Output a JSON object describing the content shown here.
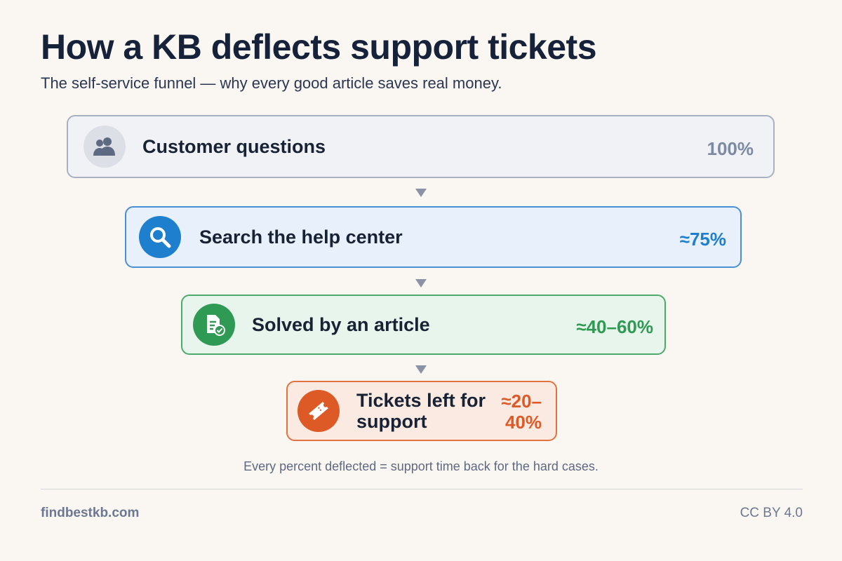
{
  "title": "How a KB deflects support tickets",
  "subtitle": "The self-service funnel — why every good article saves real money.",
  "stages": [
    {
      "label": "Customer questions",
      "percent": "100%",
      "icon": "users-icon",
      "color": "#7d8aa3"
    },
    {
      "label": "Search the help center",
      "percent": "≈75%",
      "icon": "search-icon",
      "color": "#1f7fcf"
    },
    {
      "label": "Solved by an article",
      "percent": "≈40–60%",
      "icon": "article-check-icon",
      "color": "#2f9a53"
    },
    {
      "label": "Tickets left for support",
      "percent": "≈20–40%",
      "icon": "ticket-icon",
      "color": "#dd5a26"
    }
  ],
  "note": "Every percent deflected = support time back for the hard cases.",
  "footer": {
    "site": "findbestkb.com",
    "license": "CC BY 4.0"
  }
}
